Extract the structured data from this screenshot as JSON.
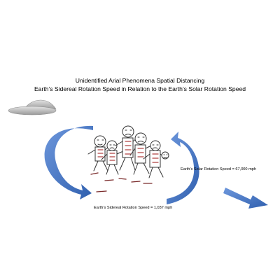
{
  "diagram": {
    "title_line1": "Unidentified Arial Phenomena Spatial Distancing",
    "title_line2": "Earth’s Sidereal Rotation Speed in Relation to the Earth’s Solar Rotation Speed",
    "solar_label": "Earth’s Solar Rotation Speed = 67,000 mph",
    "sidereal_label": "Earth’s Sidereal Rotation Speed = 1,037 mph",
    "arrow_color": "#3f72c4",
    "ufo_color": "#bdbdbd",
    "figure_count": 5
  }
}
